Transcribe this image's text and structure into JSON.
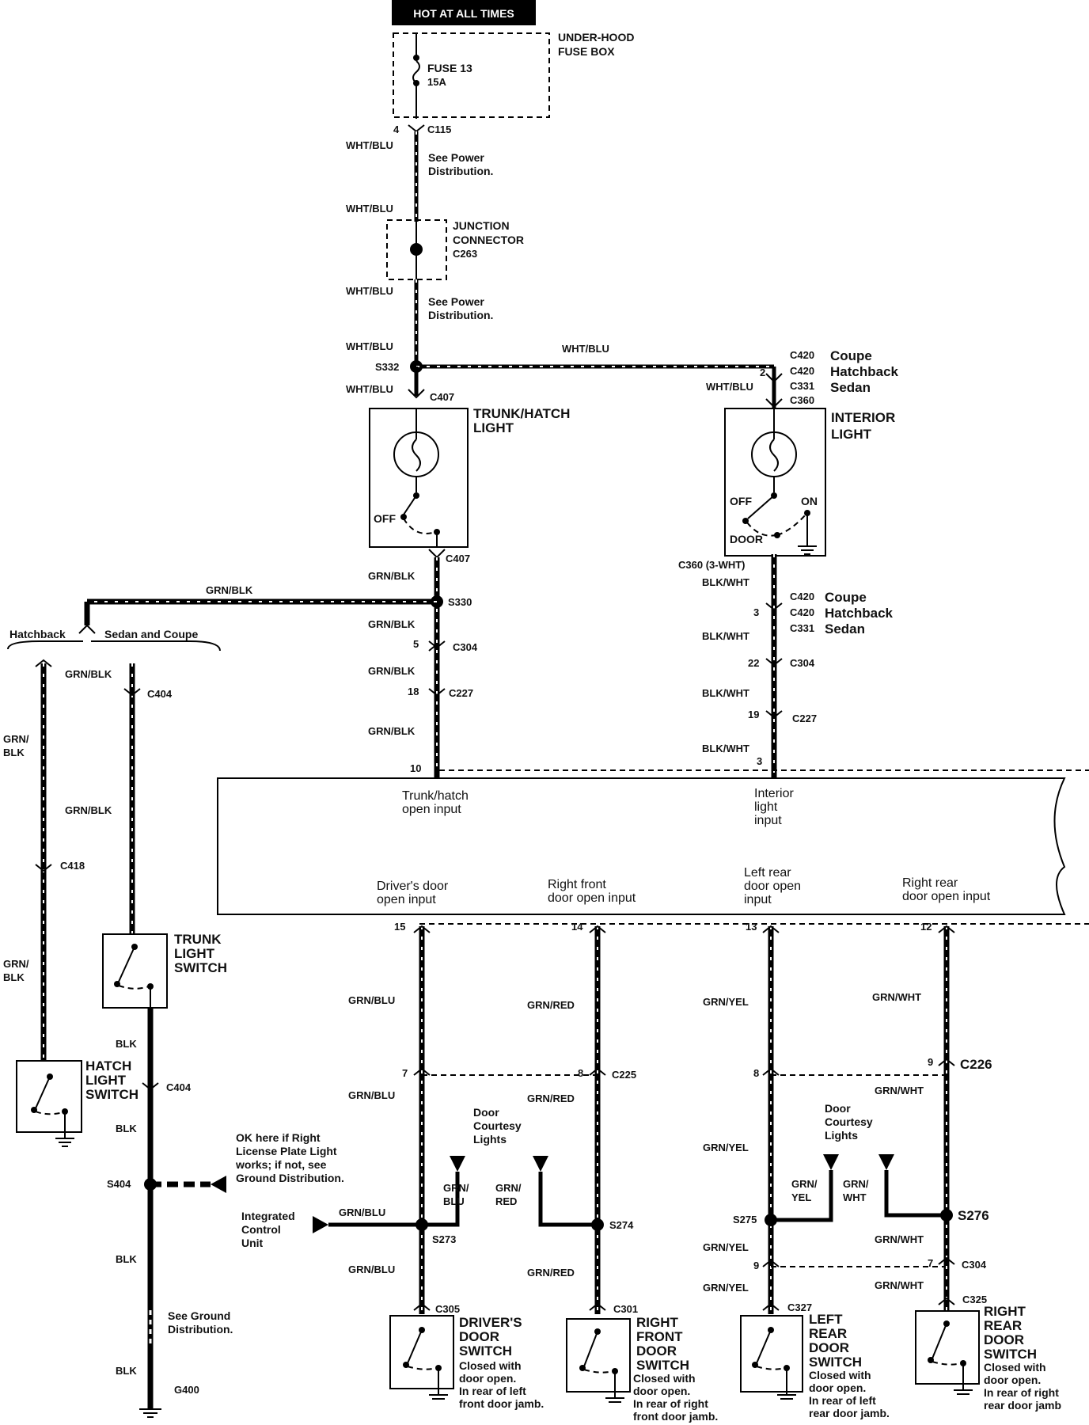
{
  "hot_at_all_times": "HOT AT ALL TIMES",
  "fuse_box": {
    "line1": "UNDER-HOOD",
    "line2": "FUSE BOX",
    "fuse": "FUSE 13",
    "rating": "15A"
  },
  "c115": {
    "pin": "4",
    "name": "C115"
  },
  "wht_blu": "WHT/BLU",
  "see_power": {
    "line1": "See Power",
    "line2": "Distribution."
  },
  "junction": {
    "line1": "JUNCTION",
    "line2": "CONNECTOR",
    "line3": "C263"
  },
  "s332": "S332",
  "c407": "C407",
  "trunk_hatch_light": {
    "line1": "TRUNK/HATCH",
    "line2": "LIGHT",
    "off": "OFF"
  },
  "interior_light": {
    "line1": "INTERIOR",
    "line2": "LIGHT",
    "off": "OFF",
    "on": "ON",
    "door": "DOOR"
  },
  "top_right_conn": {
    "c420a": "C420",
    "coupe": "Coupe",
    "pin2": "2",
    "c420b": "C420",
    "hatchback": "Hatchback",
    "c331": "C331",
    "sedan": "Sedan",
    "c360": "C360"
  },
  "c360_3wht": "C360 (3-WHT)",
  "blk_wht": "BLK/WHT",
  "mid_right_conn": {
    "c420a": "C420",
    "coupe": "Coupe",
    "pin3": "3",
    "c420b": "C420",
    "hatchback": "Hatchback",
    "c331": "C331",
    "sedan": "Sedan"
  },
  "grn_blk": "GRN/BLK",
  "s330": "S330",
  "hatchback": "Hatchback",
  "sedan_and_coupe": "Sedan and Coupe",
  "c304": "C304",
  "c227": "C227",
  "pins": {
    "p5": "5",
    "p18": "18",
    "p10": "10",
    "p22": "22",
    "p19": "19",
    "p3": "3",
    "p15": "15",
    "p14": "14",
    "p13": "13",
    "p12": "12",
    "p7": "7",
    "p8": "8",
    "p8b": "8",
    "p9": "9",
    "p9b": "9",
    "p7b": "7"
  },
  "c404": "C404",
  "c418": "C418",
  "grn_blk_split": {
    "l1": "GRN/",
    "l2": "BLK"
  },
  "trunk_light_switch": {
    "line1": "TRUNK",
    "line2": "LIGHT",
    "line3": "SWITCH"
  },
  "hatch_light_switch": {
    "line1": "HATCH",
    "line2": "LIGHT",
    "line3": "SWITCH"
  },
  "blk": "BLK",
  "s404": "S404",
  "g400": "G400",
  "ok_note": {
    "l1": "OK here if Right",
    "l2": "License Plate Light",
    "l3": "works; if not, see",
    "l4": "Ground Distribution."
  },
  "see_ground": {
    "l1": "See Ground",
    "l2": "Distribution."
  },
  "ecu_inputs": {
    "trunk": {
      "l1": "Trunk/hatch",
      "l2": "open input"
    },
    "interior": {
      "l1": "Interior",
      "l2": "light",
      "l3": "input"
    },
    "driver": {
      "l1": "Driver's door",
      "l2": "open input"
    },
    "right_front": {
      "l1": "Right front",
      "l2": "door open input"
    },
    "left_rear": {
      "l1": "Left rear",
      "l2": "door open",
      "l3": "input"
    },
    "right_rear": {
      "l1": "Right rear",
      "l2": "door open input"
    }
  },
  "grn_blu": "GRN/BLU",
  "grn_red": "GRN/RED",
  "grn_yel": "GRN/YEL",
  "grn_wht": "GRN/WHT",
  "c225": "C225",
  "c226": "C226",
  "door_courtesy": {
    "l1": "Door",
    "l2": "Courtesy",
    "l3": "Lights"
  },
  "split_blu": {
    "l1": "GRN/",
    "l2": "BLU"
  },
  "split_red": {
    "l1": "GRN/",
    "l2": "RED"
  },
  "split_yel": {
    "l1": "GRN/",
    "l2": "YEL"
  },
  "split_wht": {
    "l1": "GRN/",
    "l2": "WHT"
  },
  "icu": {
    "l1": "Integrated",
    "l2": "Control",
    "l3": "Unit"
  },
  "s273": "S273",
  "s274": "S274",
  "s275": "S275",
  "s276": "S276",
  "c305": "C305",
  "c301": "C301",
  "c327": "C327",
  "c325": "C325",
  "drivers_switch": {
    "l1": "DRIVER'S",
    "l2": "DOOR",
    "l3": "SWITCH",
    "n1": "Closed with",
    "n2": "door open.",
    "n3": "In rear of left",
    "n4": "front door jamb."
  },
  "rf_switch": {
    "l1": "RIGHT",
    "l2": "FRONT",
    "l3": "DOOR",
    "l4": "SWITCH",
    "n1": "Closed with",
    "n2": "door open.",
    "n3": "In rear of right",
    "n4": "front door jamb."
  },
  "lr_switch": {
    "l1": "LEFT",
    "l2": "REAR",
    "l3": "DOOR",
    "l4": "SWITCH",
    "n1": "Closed with",
    "n2": "door open.",
    "n3": "In rear of left",
    "n4": "rear door jamb."
  },
  "rr_switch": {
    "l1": "RIGHT",
    "l2": "REAR",
    "l3": "DOOR",
    "l4": "SWITCH",
    "n1": "Closed with",
    "n2": "door open.",
    "n3": "In rear of right",
    "n4": "rear door jamb"
  }
}
